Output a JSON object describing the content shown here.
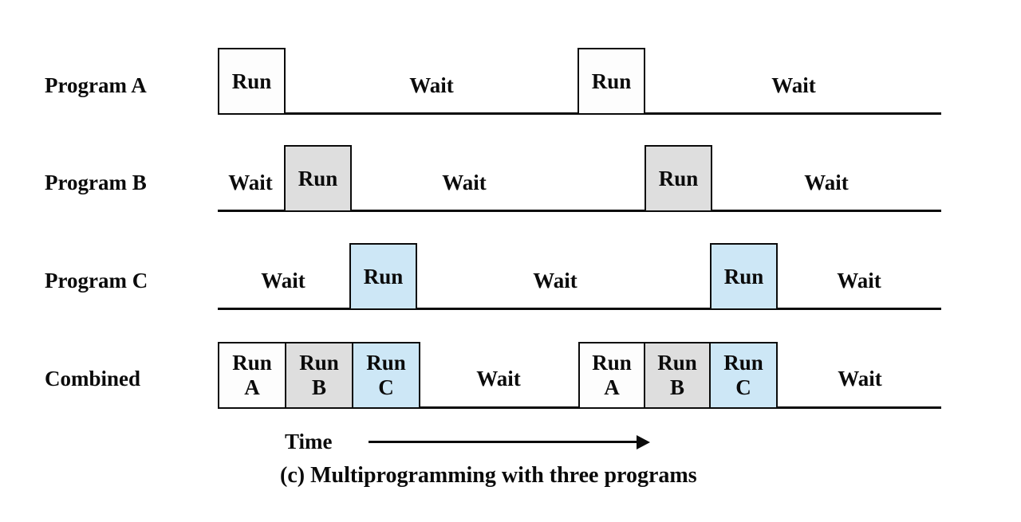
{
  "diagram": {
    "caption": "(c) Multiprogramming with three programs",
    "time_label": "Time",
    "colors": {
      "program_a_fill": "#fdfdfd",
      "program_b_fill": "#dedede",
      "program_c_fill": "#cde7f6",
      "line": "#0b0b0b",
      "text": "#0b0b0b",
      "background": "#ffffff"
    },
    "rows": [
      {
        "label": "Program A",
        "items": [
          {
            "type": "run",
            "text": "Run"
          },
          {
            "type": "wait",
            "text": "Wait"
          },
          {
            "type": "run",
            "text": "Run"
          },
          {
            "type": "wait",
            "text": "Wait"
          }
        ]
      },
      {
        "label": "Program B",
        "items": [
          {
            "type": "wait",
            "text": "Wait"
          },
          {
            "type": "run",
            "text": "Run"
          },
          {
            "type": "wait",
            "text": "Wait"
          },
          {
            "type": "run",
            "text": "Run"
          },
          {
            "type": "wait",
            "text": "Wait"
          }
        ]
      },
      {
        "label": "Program C",
        "items": [
          {
            "type": "wait",
            "text": "Wait"
          },
          {
            "type": "run",
            "text": "Run"
          },
          {
            "type": "wait",
            "text": "Wait"
          },
          {
            "type": "run",
            "text": "Run"
          },
          {
            "type": "wait",
            "text": "Wait"
          }
        ]
      },
      {
        "label": "Combined",
        "items": [
          {
            "type": "run",
            "text": "Run",
            "sub": "A"
          },
          {
            "type": "run",
            "text": "Run",
            "sub": "B"
          },
          {
            "type": "run",
            "text": "Run",
            "sub": "C"
          },
          {
            "type": "wait",
            "text": "Wait"
          },
          {
            "type": "run",
            "text": "Run",
            "sub": "A"
          },
          {
            "type": "run",
            "text": "Run",
            "sub": "B"
          },
          {
            "type": "run",
            "text": "Run",
            "sub": "C"
          },
          {
            "type": "wait",
            "text": "Wait"
          }
        ]
      }
    ]
  }
}
